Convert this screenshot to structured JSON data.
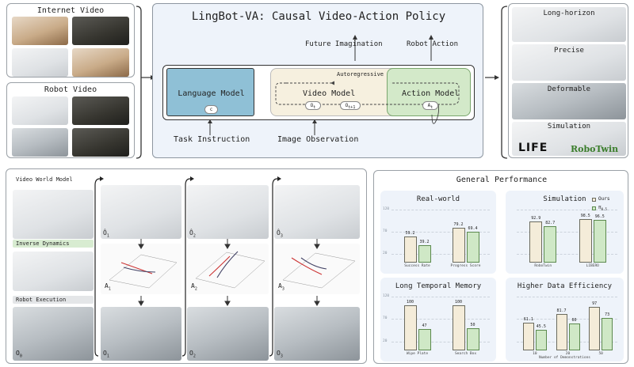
{
  "sources": {
    "internet_title": "Internet Video",
    "robot_title": "Robot Video"
  },
  "policy": {
    "title": "LingBot-VA: Causal Video-Action Policy",
    "outputs": {
      "future": "Future Imagination",
      "action": "Robot Action"
    },
    "language_model": "Language Model",
    "language_token": "c",
    "video_model": "Video Model",
    "action_model": "Action Model",
    "autoregressive": "Autoregressive",
    "tokens": {
      "o_t": "O",
      "o_t_sub": "t",
      "o_t1": "O",
      "o_t1_sub": "t+1",
      "a_t": "A",
      "a_t_sub": "t"
    },
    "inputs": {
      "task": "Task Instruction",
      "image": "Image Observation"
    }
  },
  "tasks": {
    "items": [
      "Long-horizon",
      "Precise",
      "Deformable",
      "Simulation"
    ],
    "logos": {
      "life": "LIFE",
      "robotwin": "RoboTwin"
    }
  },
  "pipeline": {
    "rows": [
      "Video World Model",
      "Inverse Dynamics",
      "Robot Execution"
    ],
    "o0": "O",
    "o0_sub": "0",
    "pred": [
      {
        "label": "Ô",
        "sub": "1"
      },
      {
        "label": "Ô",
        "sub": "2"
      },
      {
        "label": "Ô",
        "sub": "3"
      }
    ],
    "actions": [
      {
        "label": "A",
        "sub": "1"
      },
      {
        "label": "A",
        "sub": "2"
      },
      {
        "label": "A",
        "sub": "3"
      }
    ],
    "obs": [
      {
        "label": "O",
        "sub": "1"
      },
      {
        "label": "O",
        "sub": "2"
      },
      {
        "label": "O",
        "sub": "3"
      }
    ]
  },
  "performance": {
    "title": "General Performance",
    "legend": {
      "ours": "Ours",
      "base": "π",
      "base_sub": "0.5"
    },
    "colors": {
      "ours": "#f4ecd9",
      "base": "#cfe8c6"
    }
  },
  "chart_data": [
    {
      "type": "bar",
      "title": "Real-world",
      "categories": [
        "Success Rate",
        "Progress Score"
      ],
      "series": [
        {
          "name": "Ours",
          "values": [
            59.2,
            79.2
          ]
        },
        {
          "name": "π0.5",
          "values": [
            39.2,
            69.4
          ]
        }
      ],
      "ylim": [
        0,
        120
      ],
      "yticks": [
        "120",
        "70",
        "20"
      ]
    },
    {
      "type": "bar",
      "title": "Simulation",
      "categories": [
        "RoboTwin",
        "LIBERO"
      ],
      "series": [
        {
          "name": "Ours",
          "values": [
            92.9,
            98.5
          ]
        },
        {
          "name": "π0.5",
          "values": [
            82.7,
            96.5
          ]
        }
      ],
      "ylim": [
        0,
        120
      ]
    },
    {
      "type": "bar",
      "title": "Long Temporal Memory",
      "categories": [
        "Wipe Plate",
        "Search Box"
      ],
      "series": [
        {
          "name": "Ours",
          "values": [
            100,
            100
          ]
        },
        {
          "name": "π0.5",
          "values": [
            47,
            50
          ]
        }
      ],
      "ylim": [
        0,
        120
      ],
      "yticks": [
        "120",
        "70",
        "20"
      ]
    },
    {
      "type": "bar",
      "title": "Higher Data Efficiency",
      "categories": [
        "10",
        "20",
        "50"
      ],
      "xlabel": "Number of Demonstrations",
      "series": [
        {
          "name": "Ours",
          "values": [
            61.1,
            81.7,
            97.0
          ]
        },
        {
          "name": "π0.5",
          "values": [
            45.5,
            60.0,
            73.0
          ]
        }
      ],
      "ylim": [
        0,
        120
      ]
    }
  ]
}
